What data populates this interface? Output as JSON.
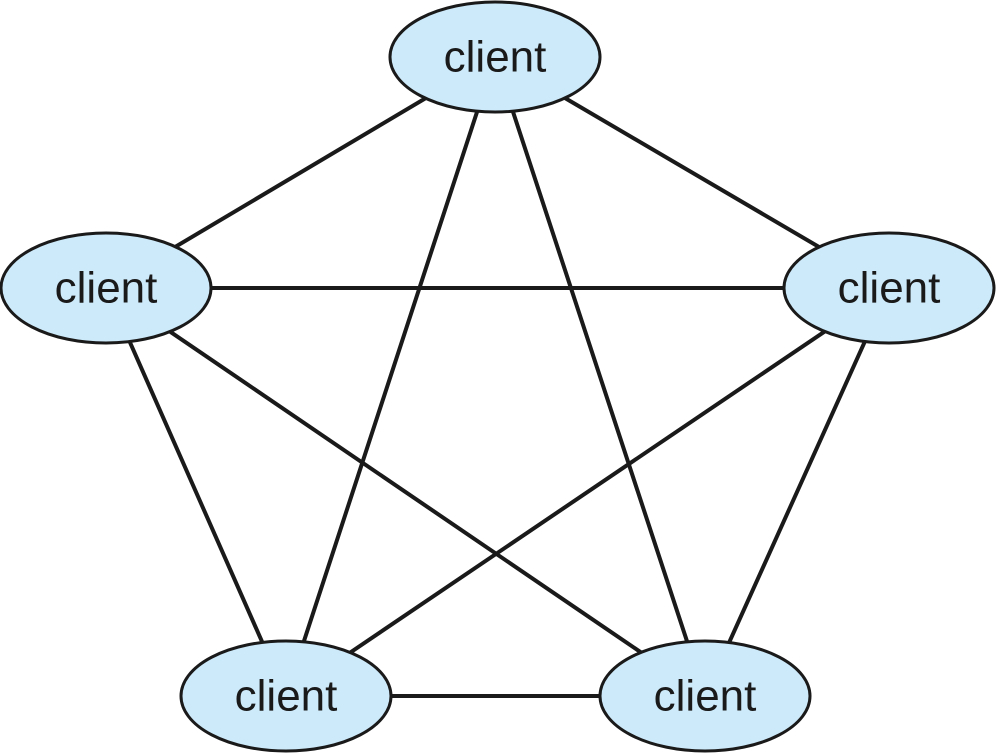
{
  "colors": {
    "node_fill": "#cdeafa",
    "line": "#1a1a1a",
    "background": "#ffffff"
  },
  "nodes": [
    {
      "id": "top",
      "label": "client"
    },
    {
      "id": "left",
      "label": "client"
    },
    {
      "id": "right",
      "label": "client"
    },
    {
      "id": "bottom-left",
      "label": "client"
    },
    {
      "id": "bottom-right",
      "label": "client"
    }
  ],
  "edges": [
    [
      "top",
      "left"
    ],
    [
      "top",
      "right"
    ],
    [
      "top",
      "bottom-left"
    ],
    [
      "top",
      "bottom-right"
    ],
    [
      "left",
      "right"
    ],
    [
      "left",
      "bottom-left"
    ],
    [
      "left",
      "bottom-right"
    ],
    [
      "right",
      "bottom-left"
    ],
    [
      "right",
      "bottom-right"
    ],
    [
      "bottom-left",
      "bottom-right"
    ]
  ]
}
